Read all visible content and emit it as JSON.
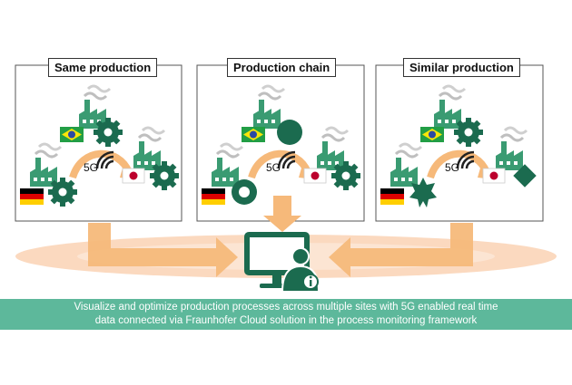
{
  "panels": [
    {
      "title": "Same production",
      "network_label": "5G"
    },
    {
      "title": "Production chain",
      "network_label": "5G"
    },
    {
      "title": "Similar production",
      "network_label": "5G"
    }
  ],
  "caption": {
    "line1": "Visualize and optimize production processes across multiple sites with 5G enabled real time",
    "line2": "data connected via Fraunhofer Cloud solution in the process monitoring framework"
  },
  "colors": {
    "factory_green": "#3a9b72",
    "dark_green": "#1b6b4f",
    "arrow_orange": "#f6b97a",
    "ellipse_peach": "#fbd9bf",
    "caption_bg": "#5db89b"
  },
  "icons": [
    "factory-icon",
    "gear-icon",
    "brazil-flag-icon",
    "germany-flag-icon",
    "japan-flag-icon",
    "wifi-signal-icon",
    "monitor-icon",
    "user-info-icon"
  ]
}
